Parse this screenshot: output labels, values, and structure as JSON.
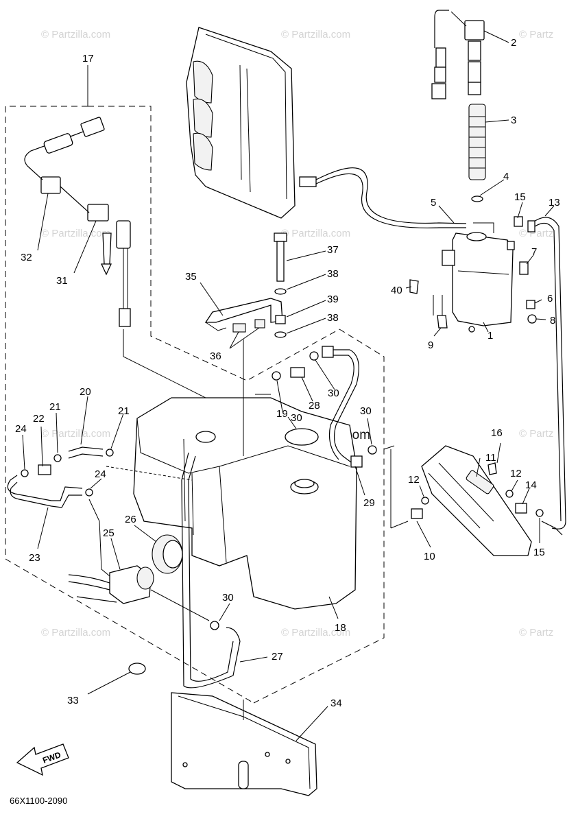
{
  "diagram": {
    "part_code": "66X1100-2090",
    "fwd_label": "FWD",
    "watermark": "© Partzilla.com",
    "watermark_partial": "© Partz",
    "callouts": [
      "1",
      "2",
      "3",
      "4",
      "5",
      "6",
      "7",
      "8",
      "9",
      "10",
      "11",
      "12",
      "12",
      "13",
      "14",
      "15",
      "15",
      "16",
      "17",
      "18",
      "19",
      "20",
      "21",
      "21",
      "22",
      "23",
      "24",
      "24",
      "25",
      "26",
      "27",
      "28",
      "29",
      "30",
      "30",
      "30",
      "30",
      "31",
      "32",
      "33",
      "34",
      "35",
      "36",
      "37",
      "38",
      "38",
      "39",
      "40"
    ]
  }
}
